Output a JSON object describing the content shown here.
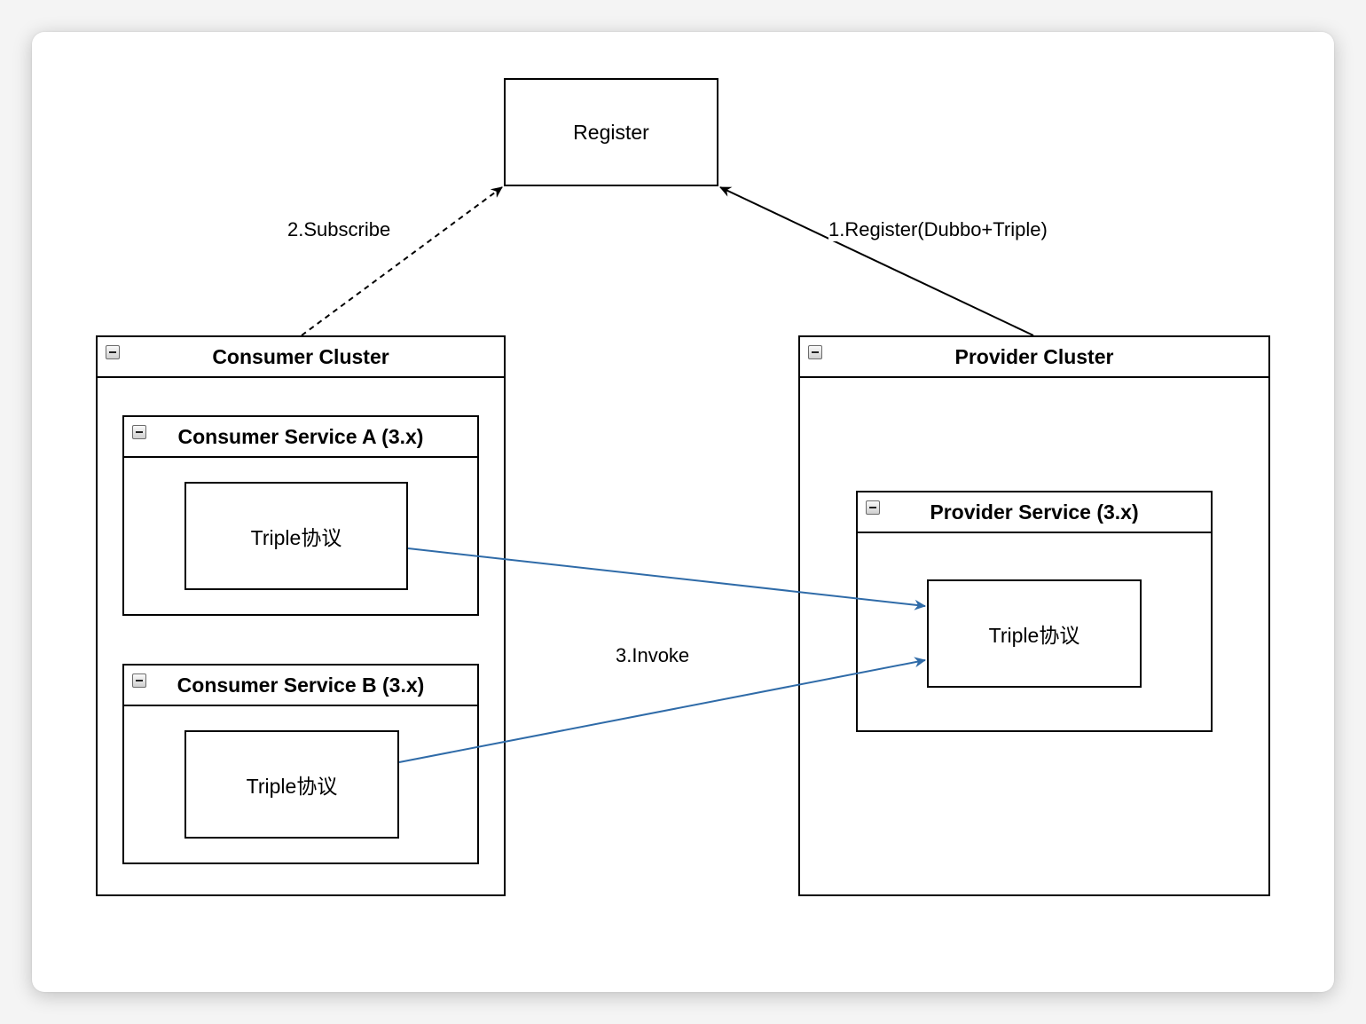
{
  "register": {
    "label": "Register"
  },
  "consumer_cluster": {
    "title": "Consumer Cluster",
    "service_a": {
      "title": "Consumer Service A (3.x)",
      "protocol": "Triple协议"
    },
    "service_b": {
      "title": "Consumer Service B (3.x)",
      "protocol": "Triple协议"
    }
  },
  "provider_cluster": {
    "title": "Provider Cluster",
    "service": {
      "title": "Provider Service (3.x)",
      "protocol": "Triple协议"
    }
  },
  "edges": {
    "subscribe": "2.Subscribe",
    "register": "1.Register(Dubbo+Triple)",
    "invoke": "3.Invoke"
  },
  "colors": {
    "invoke_arrow": "#2f6ba8",
    "line": "#000000"
  },
  "icons": {
    "collapse": "collapse-minus-icon"
  }
}
